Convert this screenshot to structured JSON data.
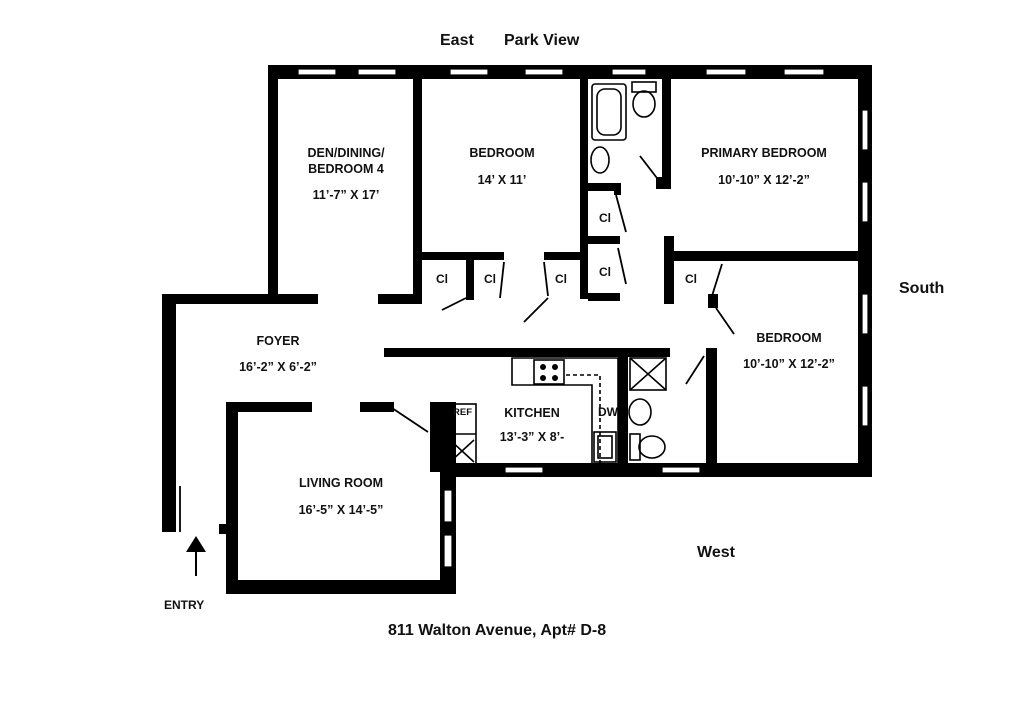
{
  "orientation": {
    "east": "East",
    "park_view": "Park View",
    "south": "South",
    "west": "West"
  },
  "rooms": {
    "den": {
      "name_line1": "DEN/DINING/",
      "name_line2": "BEDROOM 4",
      "size": "11’-7” X 17’"
    },
    "bedroom_north": {
      "name": "BEDROOM",
      "size": "14’ X 11’"
    },
    "primary_bedroom": {
      "name": "PRIMARY BEDROOM",
      "size": "10’-10” X 12’-2”"
    },
    "foyer": {
      "name": "FOYER",
      "size": "16’-2” X 6’-2”"
    },
    "bedroom_south": {
      "name": "BEDROOM",
      "size": "10’-10” X 12’-2”"
    },
    "kitchen": {
      "name": "KITCHEN",
      "size": "13’-3” X 8’-"
    },
    "living_room": {
      "name": "LIVING ROOM",
      "size": "16’-5” X 14’-5”"
    }
  },
  "closets": {
    "label": "Cl"
  },
  "appliances": {
    "refrigerator": "REF",
    "dishwasher": "DW"
  },
  "entry": "ENTRY",
  "address": "811 Walton Avenue, Apt# D-8"
}
